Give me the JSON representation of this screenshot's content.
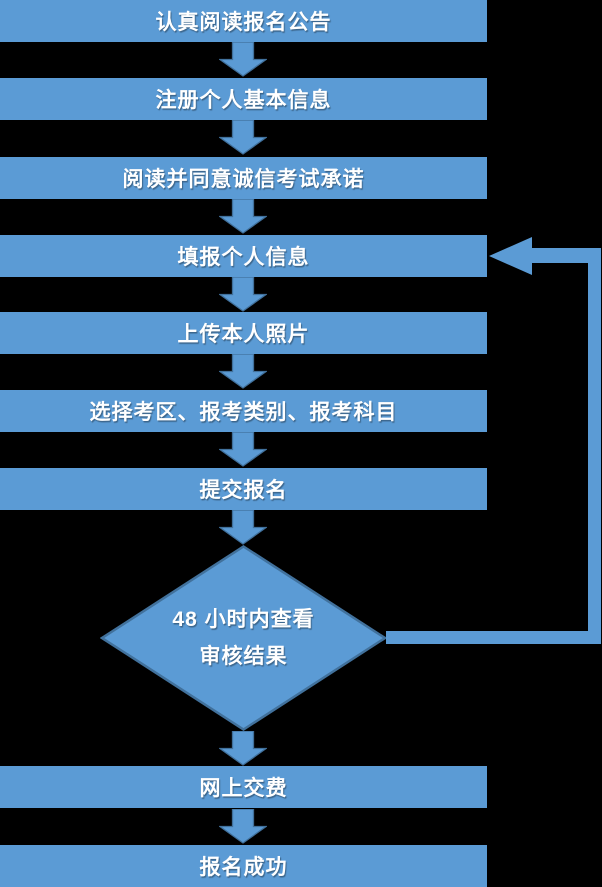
{
  "flowchart": {
    "colors": {
      "background": "#000000",
      "node_fill": "#5b9bd5",
      "node_border": "#41719c",
      "text": "#ffffff"
    },
    "icons": {
      "down_arrow": "block-arrow-down (blue fill, dark blue outline)",
      "loop_arrow": "left-pointing feedback arrow from decision back to step 4"
    },
    "nodes": [
      {
        "type": "process",
        "label": "认真阅读报名公告"
      },
      {
        "type": "process",
        "label": "注册个人基本信息"
      },
      {
        "type": "process",
        "label": "阅读并同意诚信考试承诺"
      },
      {
        "type": "process",
        "label": "填报个人信息"
      },
      {
        "type": "process",
        "label": "上传本人照片"
      },
      {
        "type": "process",
        "label": "选择考区、报考类别、报考科目"
      },
      {
        "type": "process",
        "label": "提交报名"
      },
      {
        "type": "decision",
        "label_line1": "48 小时内查看",
        "label_line2": "审核结果"
      },
      {
        "type": "process",
        "label": "网上交费"
      },
      {
        "type": "process",
        "label": "报名成功"
      }
    ]
  }
}
